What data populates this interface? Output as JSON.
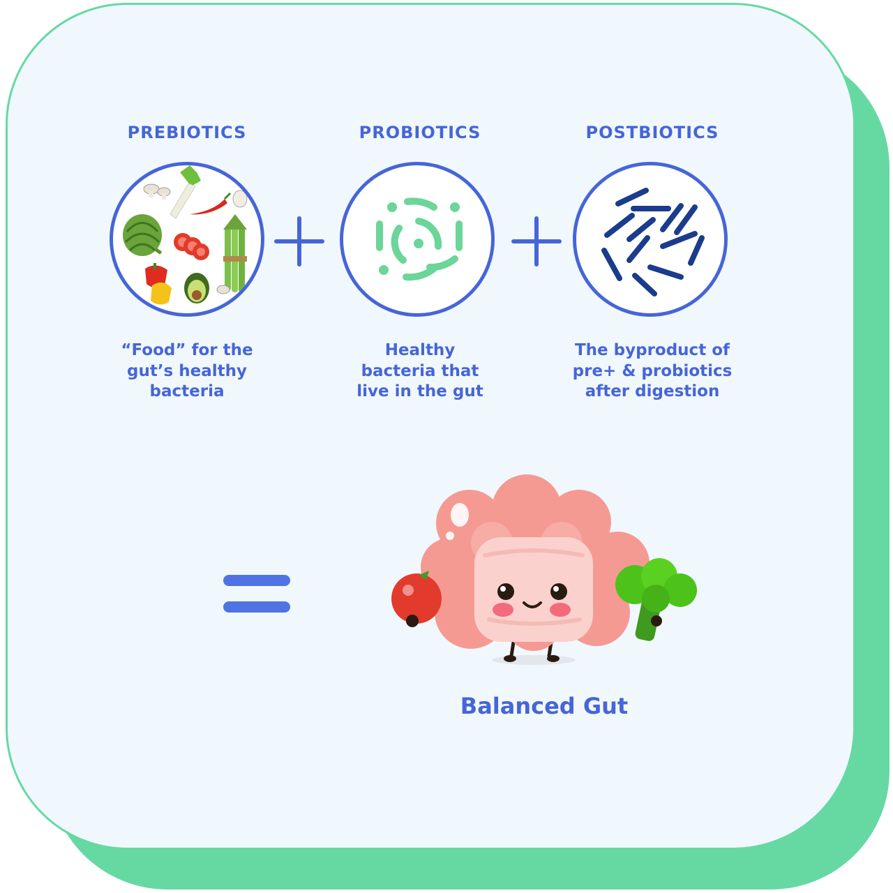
{
  "columns": [
    {
      "title": "PREBIOTICS",
      "icon": "vegetables-icon",
      "description": [
        "“Food” for the",
        "gut’s healthy",
        "bacteria"
      ]
    },
    {
      "title": "PROBIOTICS",
      "icon": "probiotic-bacteria-icon",
      "description": [
        "Healthy",
        "bacteria that",
        "live in the gut"
      ]
    },
    {
      "title": "POSTBIOTICS",
      "icon": "postbiotic-rods-icon",
      "description": [
        "The byproduct of",
        "pre+ & probiotics",
        "after digestion"
      ]
    }
  ],
  "result": {
    "label": "Balanced Gut",
    "icon": "happy-gut-character-icon"
  },
  "colors": {
    "accent": "#4665d8",
    "green": "#66d9a3",
    "background": "#f1f8fd",
    "probiotic": "#6bd59a",
    "postbiotic": "#1b3c8c",
    "gut": "#f59a93"
  }
}
